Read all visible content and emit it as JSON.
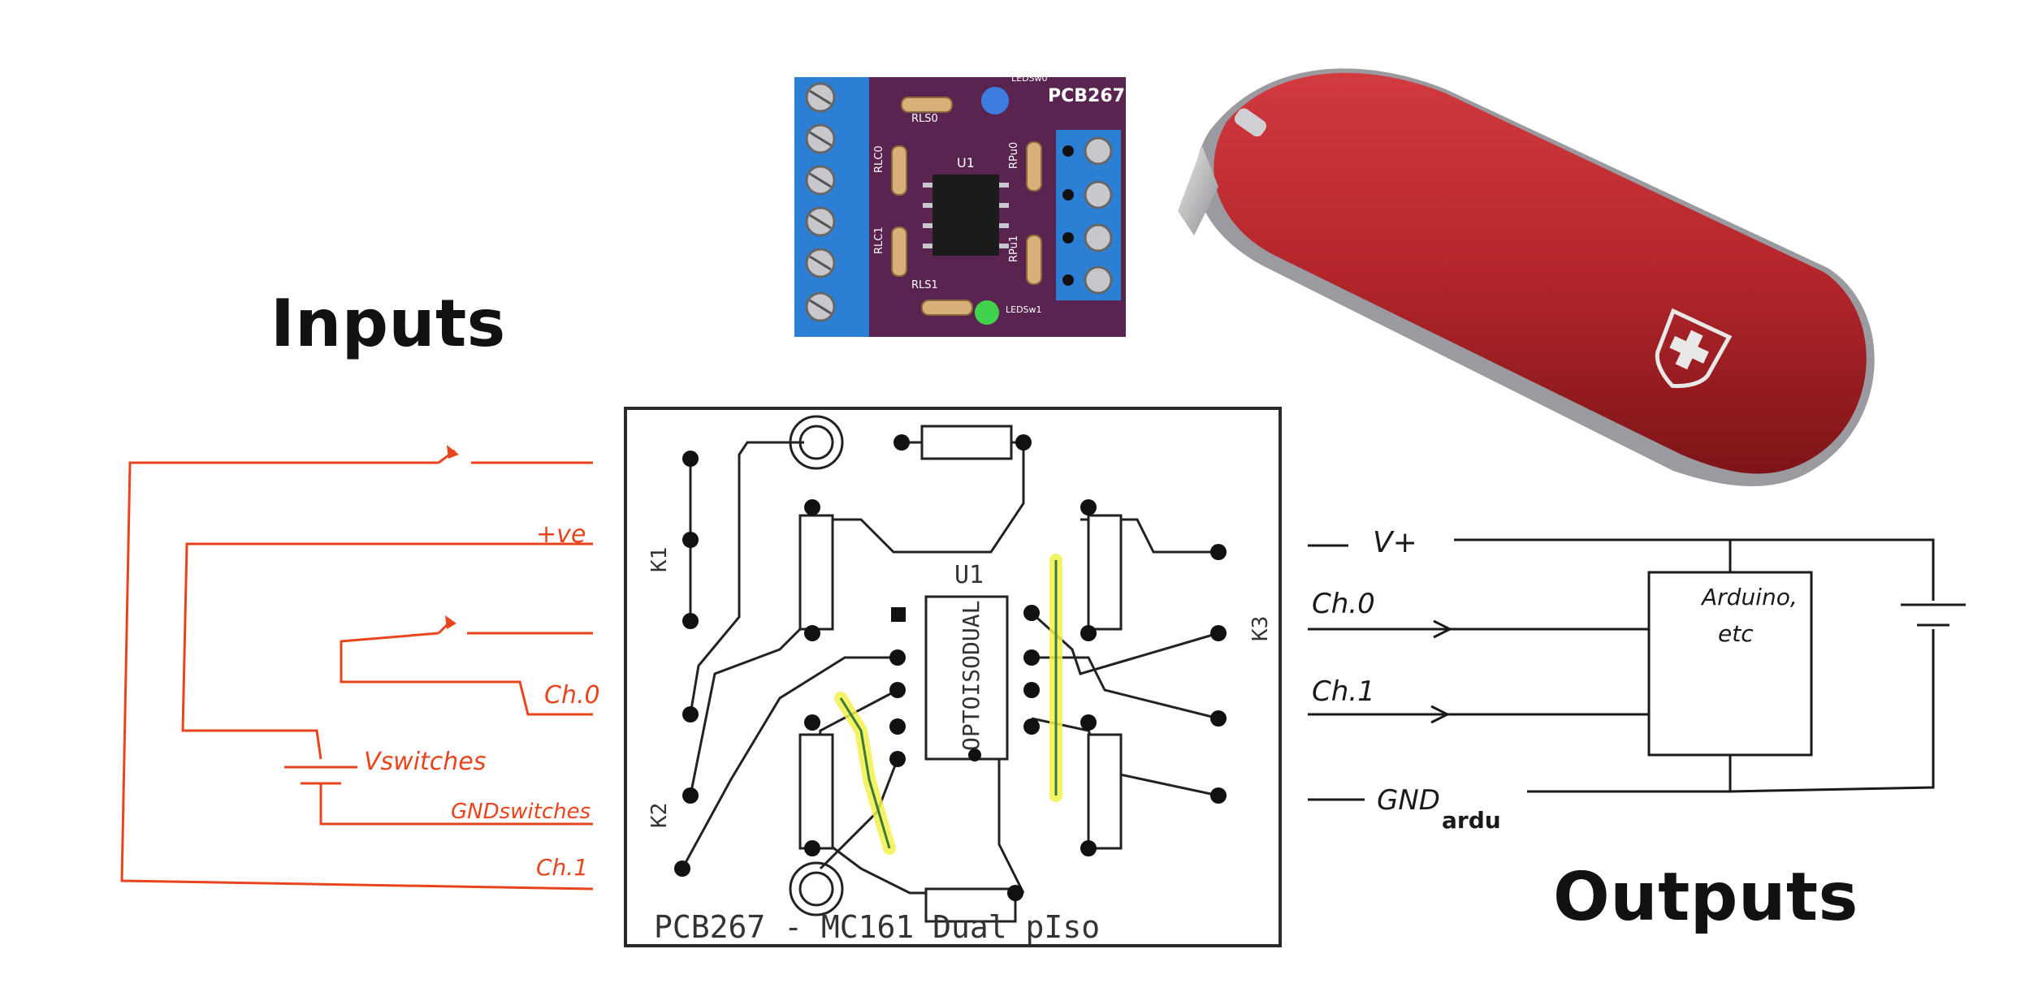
{
  "headings": {
    "inputs": "Inputs",
    "outputs": "Outputs"
  },
  "pcb_photo": {
    "board_name": "PCB267",
    "silkscreen": [
      "LEDSw0",
      "RLS0",
      "RLC0",
      "U1",
      "RPu0",
      "RLC1",
      "RPu1",
      "RLS1",
      "LEDSw1"
    ]
  },
  "layout_drawing": {
    "title": "PCB267 - MC161 Dual pIso",
    "chip": "OPTOISODUAL",
    "refs": [
      "U1",
      "K1",
      "K2",
      "K3"
    ]
  },
  "input_wiring": {
    "labels": [
      "+ve",
      "Ch.0",
      "Vswitches",
      "GNDswitches",
      "Ch.1"
    ]
  },
  "output_wiring": {
    "labels": [
      "V+",
      "Ch.0",
      "Ch.1",
      "GND",
      "ardu"
    ],
    "device": [
      "Arduino,",
      "etc"
    ]
  },
  "colors": {
    "input_wires": "#e8451e",
    "board_purple": "#5a2450",
    "terminal_blue": "#2b7fd4",
    "knife_red": "#b3262b",
    "highlight": "#f2f04a"
  },
  "icons": [
    "swiss-cross-icon",
    "blue-led-icon",
    "green-led-icon"
  ]
}
